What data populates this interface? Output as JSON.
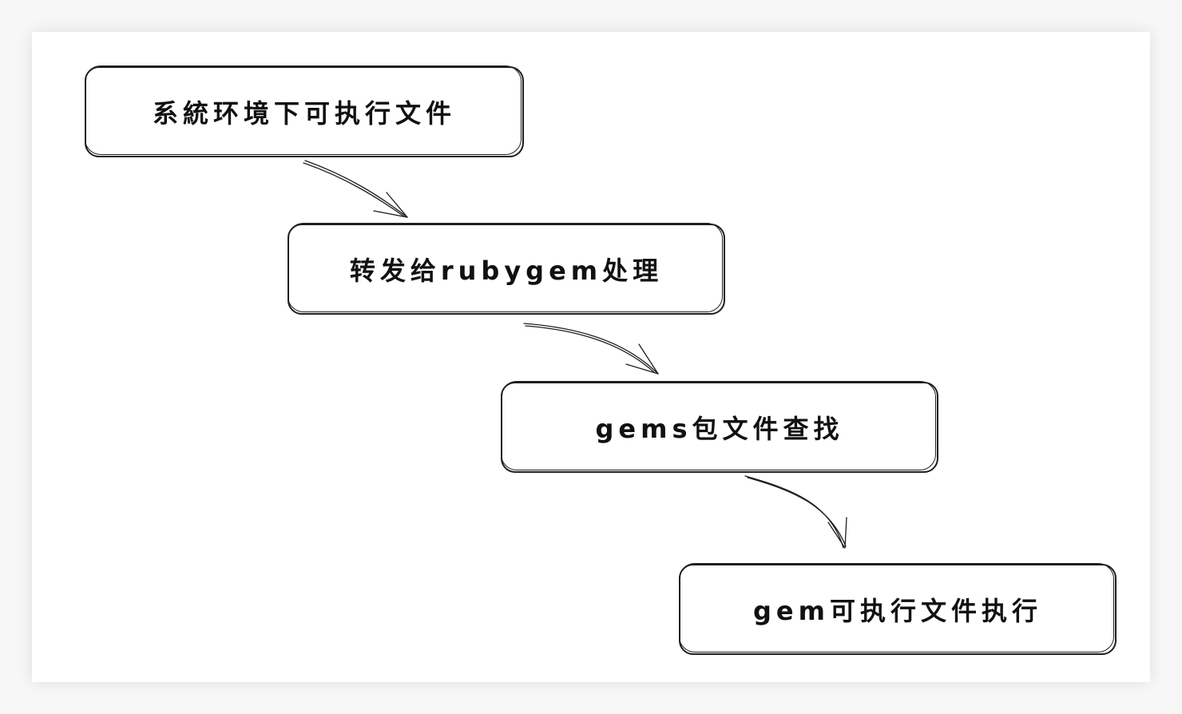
{
  "diagram": {
    "nodes": [
      {
        "id": "n1",
        "label": "系統环境下可执行文件"
      },
      {
        "id": "n2",
        "label": "转发给rubygem处理"
      },
      {
        "id": "n3",
        "label": "gems包文件查找"
      },
      {
        "id": "n4",
        "label": "gem可执行文件执行"
      }
    ],
    "edges": [
      {
        "from": "n1",
        "to": "n2"
      },
      {
        "from": "n2",
        "to": "n3"
      },
      {
        "from": "n3",
        "to": "n4"
      }
    ],
    "stroke_color": "#1e1e1e",
    "background_color": "#ffffff"
  }
}
